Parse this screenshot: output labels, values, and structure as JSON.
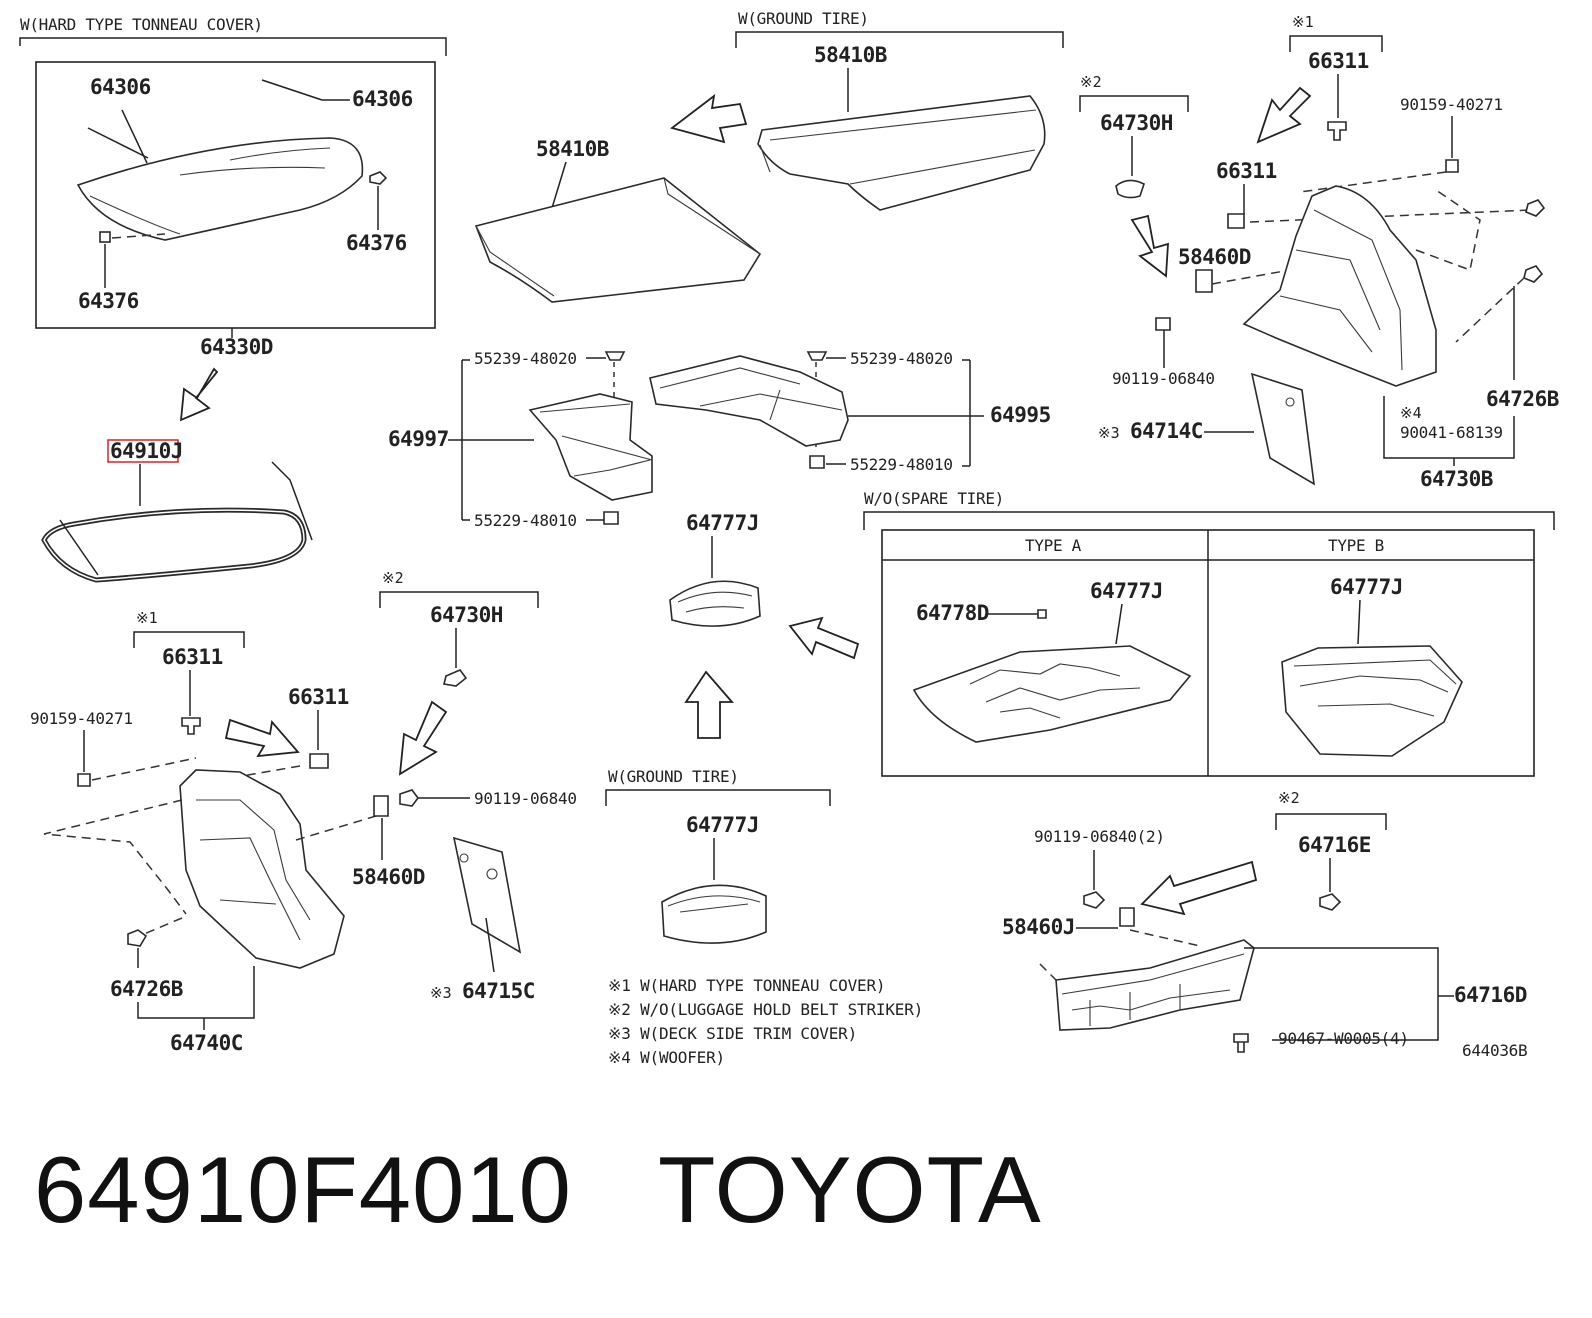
{
  "groups": {
    "hard_type": "W(HARD TYPE TONNEAU COVER)",
    "ground_tire_top": "W(GROUND TIRE)",
    "ground_tire_bottom": "W(GROUND TIRE)",
    "spare_tire": "W/O(SPARE TIRE)",
    "type_a": "TYPE A",
    "type_b": "TYPE B"
  },
  "marks": {
    "m1_right": "※1",
    "m2_right": "※2",
    "m1_left": "※1",
    "m2_left": "※2",
    "m2_bottom": "※2",
    "m3_right": "※3",
    "m4_right": "※4",
    "m3_left": "※3"
  },
  "parts": {
    "p64306_a": "64306",
    "p64306_b": "64306",
    "p64376_r": "64376",
    "p64376_l": "64376",
    "p64330D": "64330D",
    "p64910J": "64910J",
    "p58410B_top": "58410B",
    "p58410B_mid": "58410B",
    "p55239_l": "55239-48020",
    "p55239_r": "55239-48020",
    "p55229_l": "55229-48010",
    "p55229_r": "55229-48010",
    "p64997": "64997",
    "p64995": "64995",
    "p64777J_center": "64777J",
    "p64777J_ground": "64777J",
    "p64777J_typeA": "64777J",
    "p64777J_typeB": "64777J",
    "p64778D": "64778D",
    "p64730H_r": "64730H",
    "p66311_r1": "66311",
    "p66311_r2": "66311",
    "p90159_r": "90159-40271",
    "p58460D_r": "58460D",
    "p90119_r": "90119-06840",
    "p64714C": "64714C",
    "p64726B_r": "64726B",
    "p90041": "90041-68139",
    "p64730B": "64730B",
    "p66311_l1": "66311",
    "p66311_l2": "66311",
    "p90159_l": "90159-40271",
    "p64730H_l": "64730H",
    "p90119_l": "90119-06840",
    "p58460D_l": "58460D",
    "p64715C": "64715C",
    "p64726B_l": "64726B",
    "p64740C": "64740C",
    "p90119_2": "90119-06840(2)",
    "p64716E": "64716E",
    "p58460J": "58460J",
    "p64716D": "64716D",
    "p90467": "90467-W0005(4)"
  },
  "notes": [
    "※1 W(HARD TYPE TONNEAU COVER)",
    "※2 W/O(LUGGAGE HOLD BELT STRIKER)",
    "※3 W(DECK SIDE TRIM COVER)",
    "※4 W(WOOFER)"
  ],
  "diagram_code": "644036B",
  "highlight_color": "#e02020",
  "footer": {
    "part_number": "64910F4010",
    "brand": "TOYOTA"
  }
}
